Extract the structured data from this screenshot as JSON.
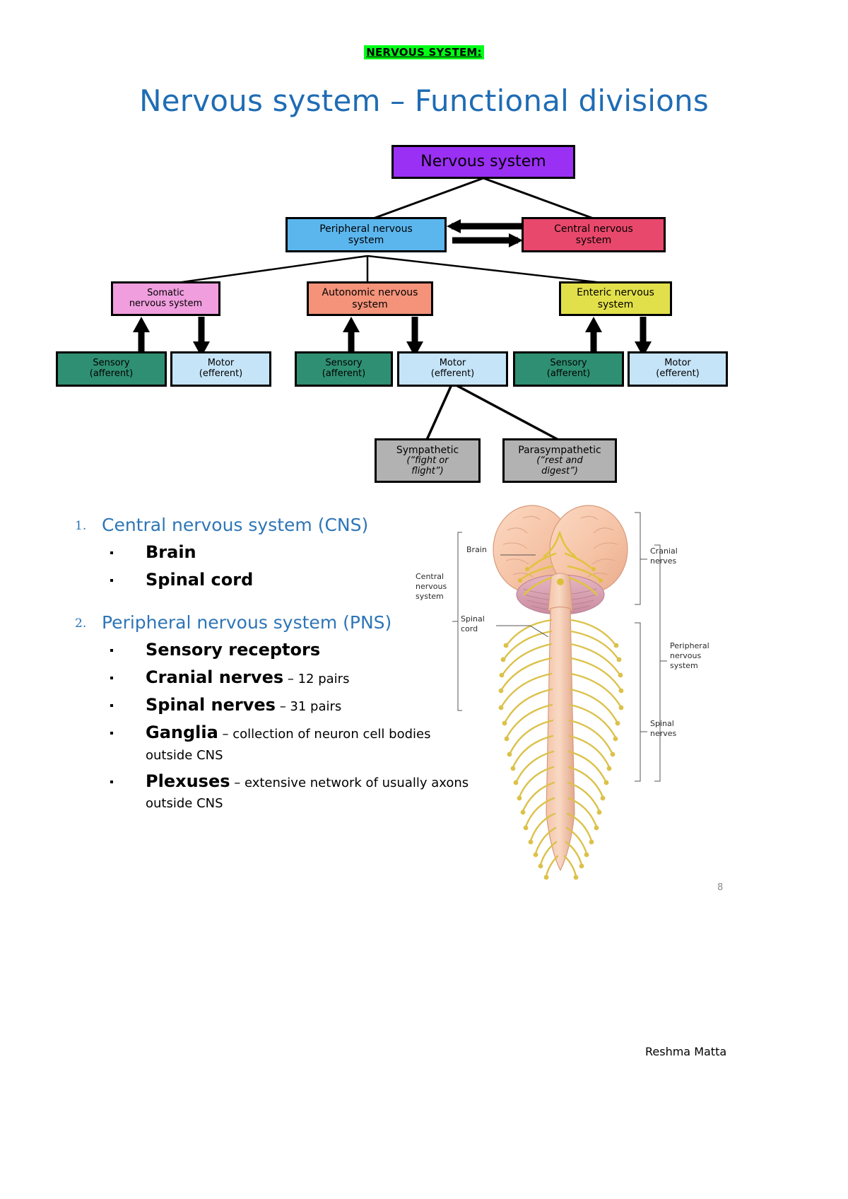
{
  "header": {
    "highlight": "NERVOUS SYSTEM:",
    "highlight_color": "#00ff16",
    "title": "Nervous system – Functional divisions",
    "title_color": "#1f6cb4"
  },
  "diagram": {
    "type": "hierarchy",
    "nodes": [
      {
        "id": "root",
        "label": "Nervous system",
        "color": "#9b30f5"
      },
      {
        "id": "pns",
        "label": "Peripheral nervous",
        "label2": "system",
        "color": "#5bb6ee"
      },
      {
        "id": "cns",
        "label": "Central nervous",
        "label2": "system",
        "color": "#e8486b"
      },
      {
        "id": "somatic",
        "label": "Somatic",
        "label2": "nervous system",
        "color": "#f09ede"
      },
      {
        "id": "autonomic",
        "label": "Autonomic nervous",
        "label2": "system",
        "color": "#f4937a"
      },
      {
        "id": "enteric",
        "label": "Enteric nervous",
        "label2": "system",
        "color": "#e2e04a"
      },
      {
        "id": "som-sen",
        "label": "Sensory",
        "label2": "(afferent)",
        "color": "#2f8f72"
      },
      {
        "id": "som-mot",
        "label": "Motor",
        "label2": "(efferent)",
        "color": "#c5e4f8"
      },
      {
        "id": "aut-sen",
        "label": "Sensory",
        "label2": "(afferent)",
        "color": "#2f8f72"
      },
      {
        "id": "aut-mot",
        "label": "Motor",
        "label2": "(efferent)",
        "color": "#c5e4f8"
      },
      {
        "id": "ent-sen",
        "label": "Sensory",
        "label2": "(afferent)",
        "color": "#2f8f72"
      },
      {
        "id": "ent-mot",
        "label": "Motor",
        "label2": "(efferent)",
        "color": "#c5e4f8"
      },
      {
        "id": "symp",
        "label": "Sympathetic",
        "label2": "(“fight or",
        "label3": "flight”)",
        "color": "#b2b2b2"
      },
      {
        "id": "parasymp",
        "label": "Parasympathetic",
        "label2": "(“rest and",
        "label3": "digest”)",
        "color": "#b2b2b2"
      }
    ]
  },
  "list": {
    "items": [
      {
        "number": "1.",
        "heading": "Central nervous system (CNS)",
        "bullets": [
          {
            "bold": "Brain",
            "rest": ""
          },
          {
            "bold": "Spinal cord",
            "rest": ""
          }
        ]
      },
      {
        "number": "2.",
        "heading": "Peripheral nervous system (PNS)",
        "bullets": [
          {
            "bold": "Sensory receptors",
            "rest": ""
          },
          {
            "bold": "Cranial nerves",
            "rest": " – 12 pairs"
          },
          {
            "bold": "Spinal nerves",
            "rest": " – 31 pairs"
          },
          {
            "bold": "Ganglia",
            "rest": " – collection of neuron cell bodies outside CNS"
          },
          {
            "bold": "Plexuses",
            "rest": " – extensive network of usually axons outside CNS"
          }
        ]
      }
    ]
  },
  "illustration": {
    "labels": {
      "brain": "Brain",
      "spinal_cord": "Spinal\ncord",
      "central_nervous_system": "Central\nnervous\nsystem",
      "cranial_nerves": "Cranial\nnerves",
      "peripheral_nervous_system": "Peripheral\nnervous\nsystem",
      "spinal_nerves": "Spinal\nnerves"
    }
  },
  "page_number": "8",
  "footer": "Reshma Matta"
}
